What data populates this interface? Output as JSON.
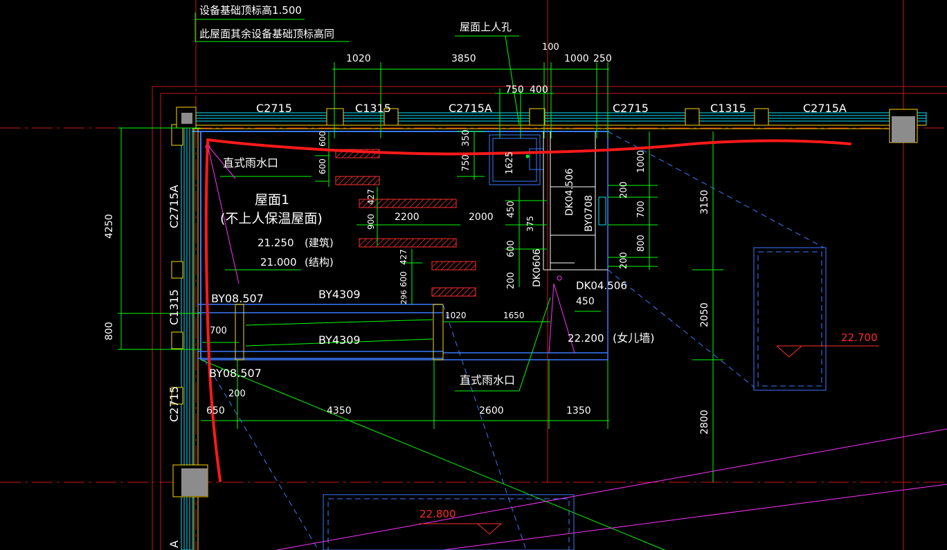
{
  "notes": {
    "base_top": "设备基础顶标高1.500",
    "base_same": "此屋面其余设备基础顶标高同"
  },
  "labels": {
    "roof_hatch": "屋面上人孔",
    "roof_name": "屋面1",
    "roof_desc": "(不上人保温屋面)",
    "elev_arch": "21.250",
    "elev_arch_tag": "(建筑)",
    "elev_struct": "21.000",
    "elev_struct_tag": "(结构)",
    "drain_1": "直式雨水口",
    "drain_2": "直式雨水口",
    "parapet_elev": "22.200",
    "parapet_tag": "(女儿墙)",
    "level_right": "22.700",
    "level_bottom": "22.800"
  },
  "windows": {
    "top": [
      "C2715",
      "C1315",
      "C2715A",
      "C2715",
      "C1315",
      "C2715A"
    ],
    "left": [
      "C2715A",
      "C1315",
      "C2715",
      "A"
    ]
  },
  "beams": {
    "by08_top": "BY08.507",
    "by4309_top": "BY4309",
    "by4309_bottom": "BY4309",
    "by08_bottom": "BY08.507",
    "by0708": "BY0708",
    "dk04_top": "DK04.506",
    "dk0606": "DK0606",
    "dk04_bottom": "DK04.506"
  },
  "dims": {
    "top_1020": "1020",
    "top_3850": "3850",
    "top_100": "100",
    "top_1000": "1000",
    "top_250": "250",
    "top_750": "750",
    "top_400": "400",
    "left_4250": "4250",
    "left_800": "800",
    "v_600a": "600",
    "v_600b": "600",
    "v_350": "350",
    "v_750": "750",
    "v_1625": "1625",
    "v_427a": "427",
    "v_900": "900",
    "v_2200": "2200",
    "v_2000": "2000",
    "v_450a": "450",
    "v_375": "375",
    "v_600c": "600",
    "v_200a": "200",
    "v_427b": "427",
    "v_600d": "600",
    "v_296": "296",
    "r_1000": "1000",
    "r_200a": "200",
    "r_700": "700",
    "r_800": "800",
    "r_200b": "200",
    "r_3150": "3150",
    "r_2050": "2050",
    "r_2800": "2800",
    "m_700": "700",
    "m_1020": "1020",
    "m_1650": "1650",
    "m_450": "450",
    "m_200": "200",
    "b_650": "650",
    "b_4350": "4350",
    "b_2600": "2600",
    "b_1350": "1350"
  },
  "colors": {
    "background": "#000000",
    "grid_red": "#d01818",
    "dim_green": "#00ff00",
    "wall_cyan": "#00e5ff",
    "text_white": "#ffffff",
    "markup_red": "#ff1a1a",
    "magenta": "#ff33ff",
    "blue": "#3a7bff",
    "yellow": "#ffd700",
    "column_gray": "#8c8c8c"
  }
}
